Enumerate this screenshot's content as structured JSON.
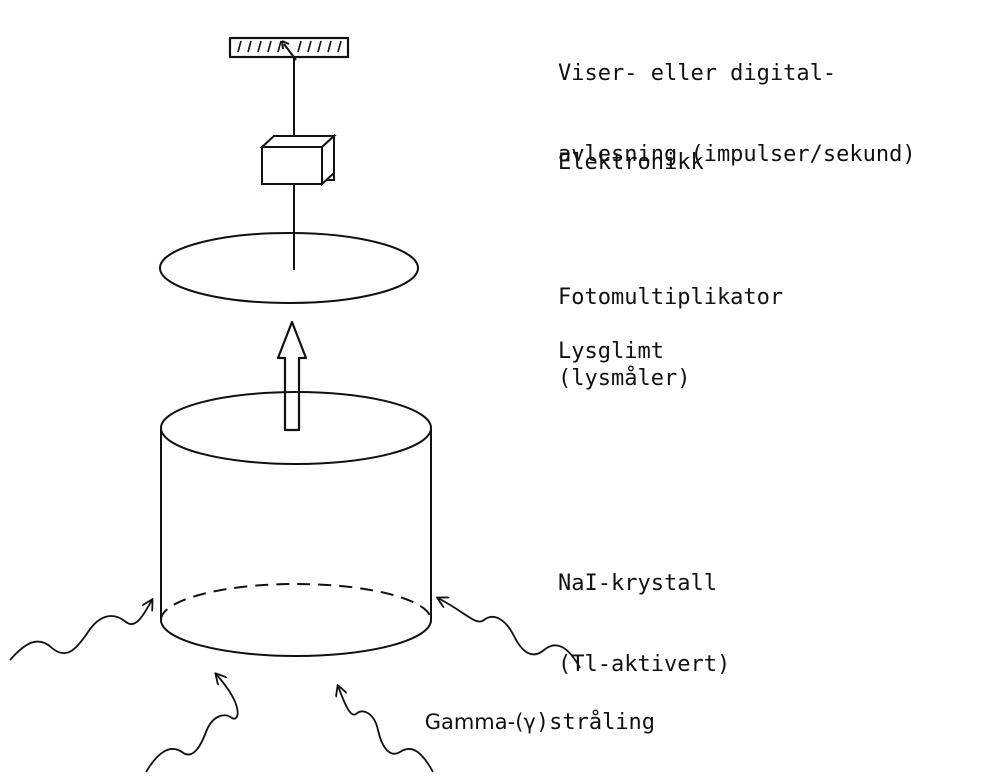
{
  "labels": {
    "readout_line1": "Viser- eller digital-",
    "readout_line2": "avlesning (impulser/sekund)",
    "electronics": "Elektronikk",
    "photomultiplier_line1": "Fotomultiplikator",
    "photomultiplier_line2": "(lysmåler)",
    "light_flash": "Lysglimt",
    "crystal_line1": "NaI-krystall",
    "crystal_line2": "(Tl-aktivert)",
    "gamma_prefix": "Gamma-(",
    "gamma_symbol": "γ",
    "gamma_suffix": ")stråling"
  },
  "colors": {
    "ink": "#111111",
    "background": "#ffffff"
  }
}
